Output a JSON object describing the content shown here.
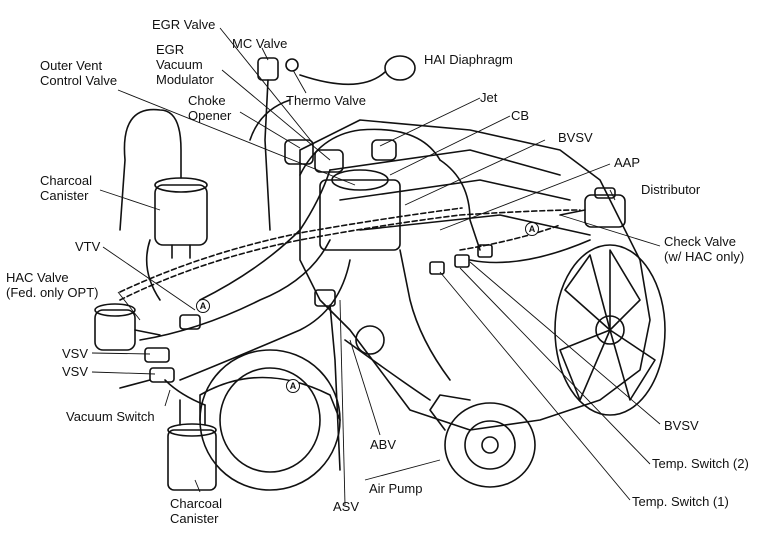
{
  "labels": {
    "egr_valve": "EGR Valve",
    "egr_vacuum_modulator": [
      "EGR",
      "Vacuum",
      "Modulator"
    ],
    "mc_valve": "MC Valve",
    "hai_diaphragm": "HAI Diaphragm",
    "outer_vent_control_valve": [
      "Outer Vent",
      "Control Valve"
    ],
    "choke_opener": [
      "Choke",
      "Opener"
    ],
    "thermo_valve": "Thermo Valve",
    "jet": "Jet",
    "cb": "CB",
    "bvsv_top": "BVSV",
    "aap": "AAP",
    "distributor": "Distributor",
    "charcoal_canister_top": [
      "Charcoal",
      "Canister"
    ],
    "vtv": "VTV",
    "check_valve": [
      "Check Valve",
      "(w/ HAC only)"
    ],
    "hac_valve": [
      "HAC Valve",
      "(Fed. only OPT)"
    ],
    "vsv_1": "VSV",
    "vsv_2": "VSV",
    "vacuum_switch": "Vacuum Switch",
    "bvsv_bottom": "BVSV",
    "abv": "ABV",
    "temp_switch_2": "Temp. Switch (2)",
    "air_pump": "Air Pump",
    "temp_switch_1": "Temp. Switch (1)",
    "asv": "ASV",
    "charcoal_canister_bottom": [
      "Charcoal",
      "Canister"
    ]
  },
  "connector_marks": [
    "A",
    "A",
    "A"
  ]
}
